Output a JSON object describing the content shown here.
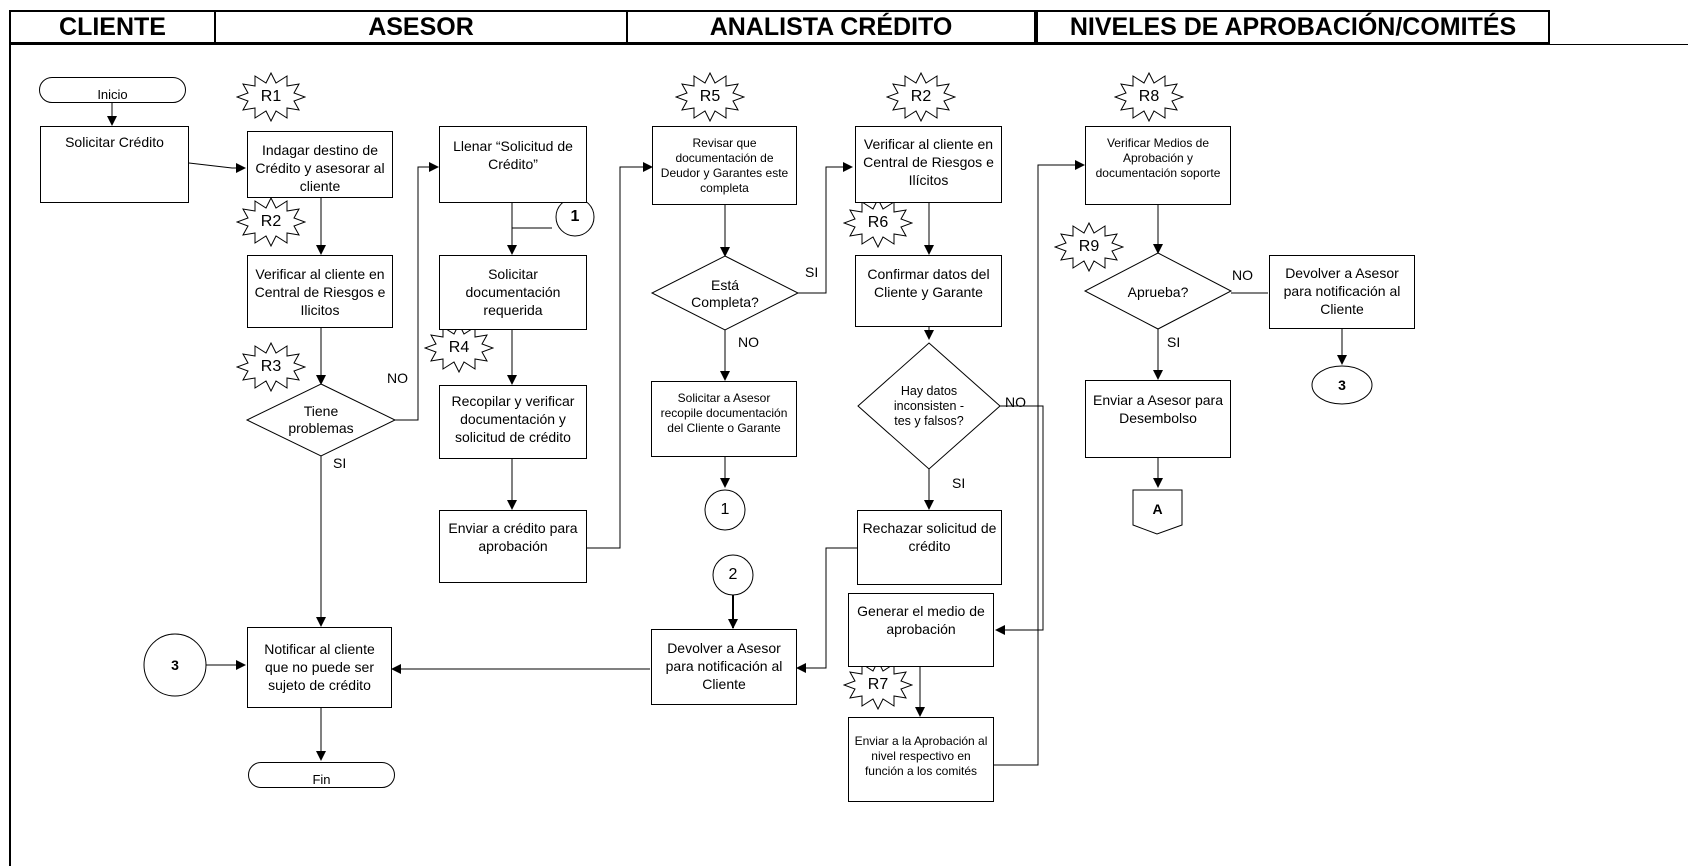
{
  "lanes": [
    "CLIENTE",
    "ASESOR",
    "ANALISTA CRÉDITO",
    "NIVELES DE APROBACIÓN/COMITÉS"
  ],
  "terminals": {
    "inicio": "Inicio",
    "fin": "Fin"
  },
  "risks": {
    "r1": "R1",
    "r2a": "R2",
    "r3": "R3",
    "r4": "R4",
    "r5": "R5",
    "r2b": "R2",
    "r6": "R6",
    "r7": "R7",
    "r8": "R8",
    "r9": "R9"
  },
  "boxes": {
    "solicitar_credito": "Solicitar Crédito",
    "indagar": "Indagar destino de Crédito y asesorar al cliente",
    "verificar_asesor": "Verificar al cliente en Central de Riesgos e Ilicitos",
    "llenar": "Llenar “Solicitud de Crédito”",
    "solicitar_doc": "Solicitar documentación requerida",
    "recopilar": "Recopilar y verificar documentación y solicitud de crédito",
    "enviar_credito": "Enviar a crédito para aprobación",
    "notificar": "Notificar al cliente que no puede ser sujeto de crédito",
    "revisar": "Revisar que documentación de Deudor y Garantes este completa",
    "solicitar_asesor": "Solicitar a Asesor recopile documentación del Cliente o Garante",
    "devolver_analista": "Devolver a Asesor para notificación al Cliente",
    "verificar_analista": "Verificar al cliente en Central de Riesgos e Ilícitos",
    "confirmar": "Confirmar datos del Cliente y Garante",
    "rechazar": "Rechazar solicitud de crédito",
    "generar": "Generar el medio de aprobación",
    "enviar_aprobacion": "Enviar a la Aprobación al nivel respectivo en función a los comités",
    "verificar_medios": "Verificar Medios de Aprobación y documentación soporte",
    "devolver_comite": "Devolver a Asesor para notificación al Cliente",
    "enviar_desembolso": "Enviar a Asesor para Desembolso"
  },
  "decisions": {
    "tiene": "Tiene problemas",
    "esta": "Está Completa?",
    "hay": "Hay datos inconsisten -tes y falsos?",
    "aprueba": "Aprueba?"
  },
  "connectors": {
    "c1a": "1",
    "c1b": "1",
    "c2": "2",
    "c3a": "3",
    "c3b": "3",
    "offpage": "A"
  },
  "labels": {
    "no1": "NO",
    "si1": "SI",
    "si2": "SI",
    "no2": "NO",
    "no3": "NO",
    "si3": "SI",
    "no4": "NO",
    "si4": "SI"
  }
}
